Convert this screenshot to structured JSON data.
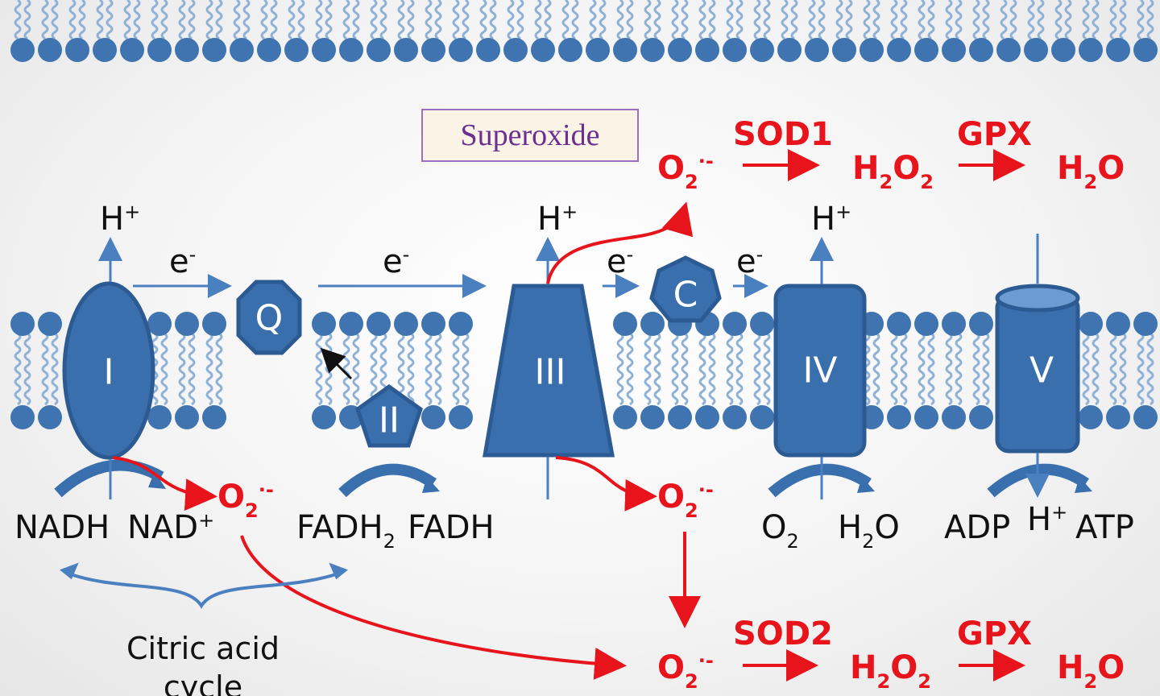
{
  "superoxide_box": "Superoxide",
  "complexes": {
    "c1": "I",
    "q": "Q",
    "c2": "II",
    "c3": "III",
    "cyt_c": "C",
    "c4": "IV",
    "c5": "V"
  },
  "h_plus": "H",
  "h_plus_sup": "+",
  "electron": "e",
  "electron_sup": "-",
  "bottom_labels": {
    "nadh": "NADH",
    "nad": "NAD",
    "nad_sup": "+",
    "fadh2": "FADH",
    "fadh2_sub": "2",
    "fadh": "FADH",
    "o2": "O",
    "o2_sub": "2",
    "h2o": "H",
    "h2o_sub": "2",
    "h2o_tail": "O",
    "adp": "ADP",
    "atp": "ATP"
  },
  "ros": {
    "o2_radical": "O",
    "o2_radical_sub": "2",
    "o2_radical_sup": "·-",
    "sod1": "SOD1",
    "sod2": "SOD2",
    "gpx": "GPX",
    "h2o2_h": "H",
    "h2o2_sub": "2",
    "h2o2_o": "O",
    "h2o_h": "H",
    "h2o_sub": "2",
    "h2o_o": "O"
  },
  "citric": {
    "line1": "Citric acid",
    "line2": "cycle"
  },
  "colors": {
    "membrane": "#3f74b0",
    "complex": "#3a6fae",
    "ros": "#e8141b",
    "arrow": "#4a7fc0"
  }
}
